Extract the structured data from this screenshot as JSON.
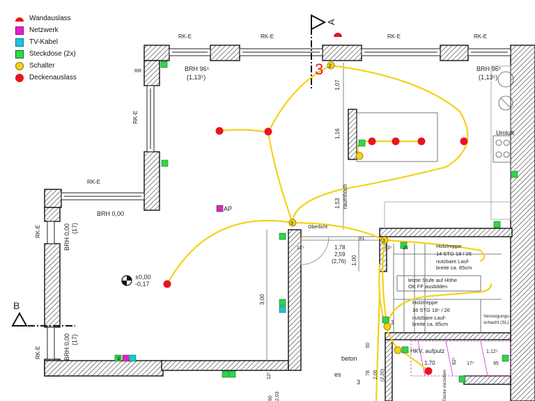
{
  "legend": [
    {
      "label": "Wandauslass",
      "color": "#e8141e",
      "shape": "half-circle"
    },
    {
      "label": "Netzwerk",
      "color": "#e81ccf",
      "shape": "square"
    },
    {
      "label": "TV-Kabel",
      "color": "#17c8e0",
      "shape": "square"
    },
    {
      "label": "Steckdose (2x)",
      "color": "#2fd64a",
      "shape": "square"
    },
    {
      "label": "Schalter",
      "color": "#f3d21a",
      "shape": "circle"
    },
    {
      "label": "Deckenauslass",
      "color": "#e8141e",
      "shape": "circle"
    }
  ],
  "labels": {
    "rke": "RK-E",
    "rr": "RR",
    "brh_96": "BRH 96⁵",
    "brh_113": "(1,13⁵)",
    "brh_0": "BRH 0,00",
    "brh_0_v": "BRH 0,00",
    "brh_17": "(17)",
    "ap": "AP",
    "oberlicht": "Oberlicht",
    "el": "EL",
    "raumhoch": "raumhoch",
    "umluft": "Umluft",
    "level_a": "±0,00",
    "level_b": "-0,17",
    "section_a": "A",
    "section_b": "B",
    "sw_num_big": "3",
    "sw_num_2": "2",
    "sw_num_3": "3",
    "sw_num_3b": "3",
    "sw_num_3c": "3",
    "dim_107": "1,07",
    "dim_116": "1,16",
    "dim_153": "1,53",
    "dim_100": "1,00",
    "dim_300": "3,00",
    "dim_178": "1,78",
    "dim_259": "2,59",
    "dim_276": "(2,76)",
    "dim_12": "12⁵",
    "dim_43": "43⁵",
    "dim_26": "26",
    "dim_170": "1,70",
    "dim_825": "82⁵",
    "dim_175": "17⁵",
    "dim_95": "95",
    "dim_112": "1,12⁵",
    "dim_50": "50",
    "dim_78": "78",
    "dim_200": "2,00",
    "dim_220": "(2,20)",
    "dim_90": "90",
    "dim_203": "2,03",
    "dim_12b": "12⁵",
    "dim_43b": "43",
    "outlet_4": "4",
    "stair1_a": "Holztreppe",
    "stair1_b": "14 STG 18 / 26",
    "stair1_c": "nutzbare Lauf-",
    "stair1_d": "breite ca. 85cm",
    "stair_note_a": "letzte Stufe auf Höhe",
    "stair_note_b": "OK FF ausbilden",
    "stair2_a": "Holztreppe",
    "stair2_b": "16 STG 18⁵ / 26",
    "stair2_c": "nutzbare Lauf-",
    "stair2_d": "breite ca. 85cm",
    "hkv": "HKV, aufputz",
    "versorgung_a": "Versorgungs-",
    "versorgung_b": "schacht (SL)",
    "beton": "beton",
    "es": "es",
    "decke": "Decke verziehen",
    "num_3d": "3"
  }
}
